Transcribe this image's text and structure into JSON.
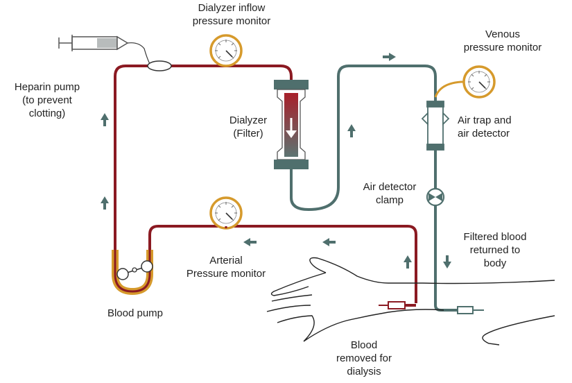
{
  "colors": {
    "arterial_line": "#8b1a22",
    "venous_line": "#4f6f6d",
    "gauge_accent": "#d69a2c",
    "pump_accent": "#d69a2c",
    "arrow": "#4f6f6d"
  },
  "labels": {
    "dialyzer_inflow_monitor": "Dialyzer inflow\npressure monitor",
    "venous_monitor": "Venous\npressure monitor",
    "heparin_pump": "Heparin pump\n(to prevent\nclotting)",
    "dialyzer": "Dialyzer\n(Filter)",
    "air_trap": "Air trap and\nair detector",
    "air_clamp": "Air detector\nclamp",
    "filtered_blood": "Filtered blood\nreturned to\nbody",
    "arterial_monitor": "Arterial\nPressure monitor",
    "blood_pump": "Blood pump",
    "blood_removed": "Blood\nremoved for\ndialysis"
  },
  "icons": {
    "syringe": "syringe-icon",
    "gauge": "pressure-gauge-icon",
    "pump": "roller-pump-icon",
    "clamp": "clamp-icon",
    "arrow": "flow-arrow-icon"
  }
}
